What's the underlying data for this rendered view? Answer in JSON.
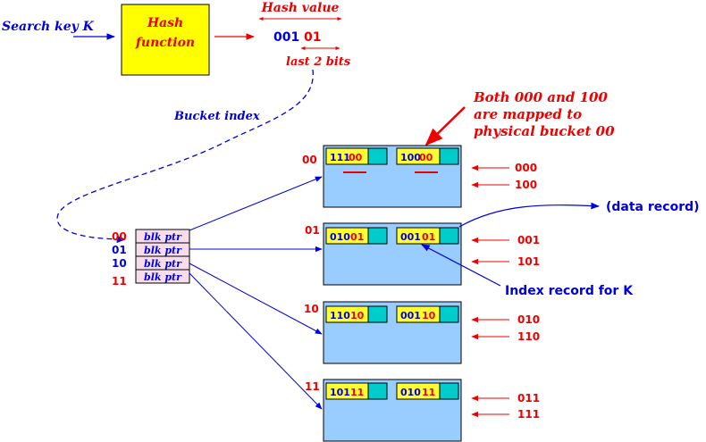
{
  "colors": {
    "red": "#ee0000",
    "blue": "#0000dd",
    "yellow": "#ffff33",
    "cyan": "#00cccc",
    "bucket": "#99ccff",
    "pink": "#f6dde9"
  },
  "search_key_label": "Search key K",
  "hash_function_line1": "Hash",
  "hash_function_line2": "function",
  "hash_value_label": "Hash value",
  "hash_value_prefix": "001",
  "hash_value_suffix": "01",
  "last_bits_label": "last 2 bits",
  "bucket_index_label": "Bucket index",
  "note_line1": "Both  000  and 100",
  "note_line2": "are mapped to",
  "note_line3": "physical bucket 00",
  "data_record_label": "(data record)",
  "index_record_label": "Index record for K",
  "directory": [
    {
      "index": "00",
      "ptr_label": "blk ptr"
    },
    {
      "index": "01",
      "ptr_label": "blk ptr"
    },
    {
      "index": "10",
      "ptr_label": "blk ptr"
    },
    {
      "index": "11",
      "ptr_label": "blk ptr"
    }
  ],
  "buckets": [
    {
      "id": "00",
      "records": [
        {
          "prefix": "111",
          "suffix": "00"
        },
        {
          "prefix": "100",
          "suffix": "00"
        }
      ],
      "labels": [
        "000",
        "100"
      ]
    },
    {
      "id": "01",
      "records": [
        {
          "prefix": "010",
          "suffix": "01"
        },
        {
          "prefix": "001",
          "suffix": "01"
        }
      ],
      "labels": [
        "001",
        "101"
      ]
    },
    {
      "id": "10",
      "records": [
        {
          "prefix": "110",
          "suffix": "10"
        },
        {
          "prefix": "001",
          "suffix": "10"
        }
      ],
      "labels": [
        "010",
        "110"
      ]
    },
    {
      "id": "11",
      "records": [
        {
          "prefix": "101",
          "suffix": "11"
        },
        {
          "prefix": "010",
          "suffix": "11"
        }
      ],
      "labels": [
        "011",
        "111"
      ]
    }
  ]
}
